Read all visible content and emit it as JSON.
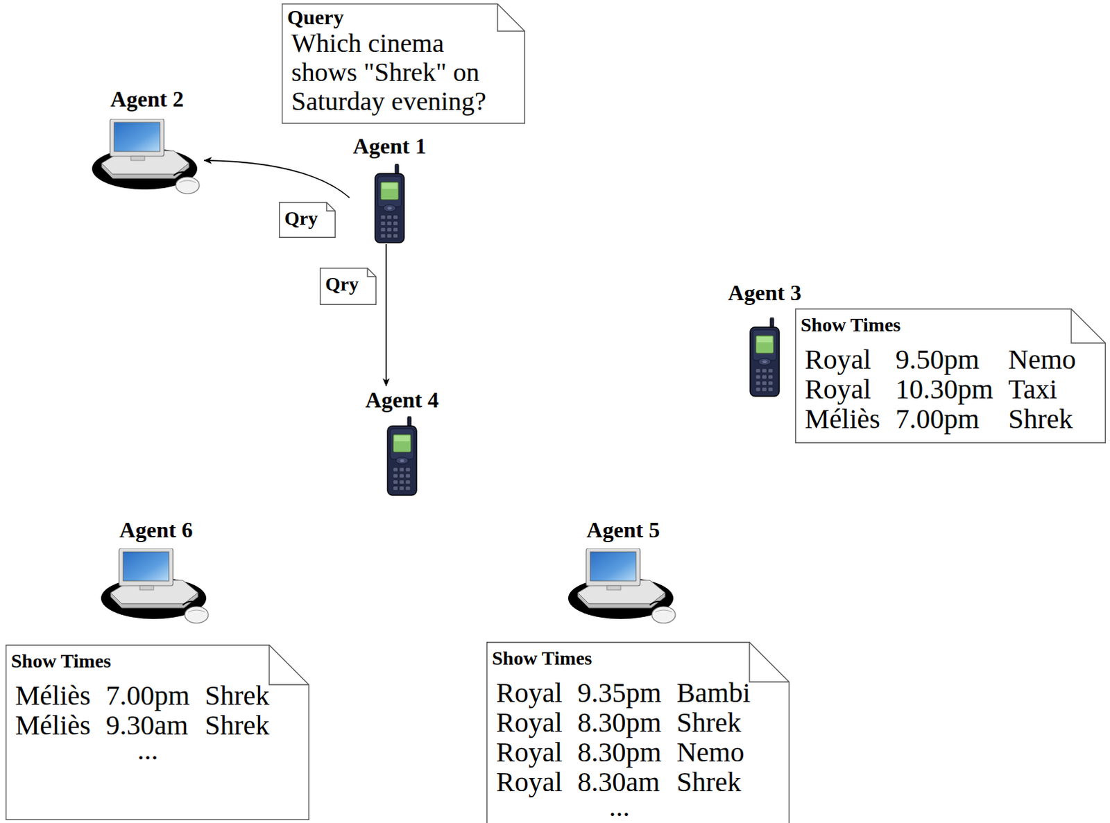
{
  "diagram": {
    "nodes": [
      {
        "text": [
          "Query",
          "Which cinema shows \"Shrek\" on Saturday evening?"
        ]
      },
      {
        "text": [
          "Agent 2"
        ]
      },
      {
        "text": [
          "Agent 1"
        ]
      },
      {
        "text": [
          "Agent 3"
        ]
      },
      {
        "text": [
          "Show Times",
          "Royal",
          "9.50pm",
          "Nemo",
          "Royal",
          "10.30pm",
          "Taxi",
          "Méliès",
          "7.00pm",
          "Shrek"
        ]
      },
      {
        "text": [
          "Agent 4"
        ]
      },
      {
        "text": [
          "Agent 6"
        ]
      },
      {
        "text": [
          "Agent 5"
        ]
      },
      {
        "text": [
          "Show Times",
          "Méliès",
          "7.00pm",
          "Shrek",
          "Méliès",
          "9.30am",
          "Shrek",
          "..."
        ]
      },
      {
        "text": [
          "Show Times",
          "Royal",
          "9.35pm",
          "Bambi",
          "Royal",
          "8.30pm",
          "Shrek",
          "Royal",
          "8.30pm",
          "Nemo",
          "Royal",
          "8.30am",
          "Shrek",
          "..."
        ]
      }
    ],
    "edges": [
      {
        "from": 2,
        "to": 1,
        "arrow": "to",
        "label": "Qry"
      },
      {
        "from": 2,
        "to": 5,
        "arrow": "to",
        "label": "Qry"
      }
    ]
  }
}
